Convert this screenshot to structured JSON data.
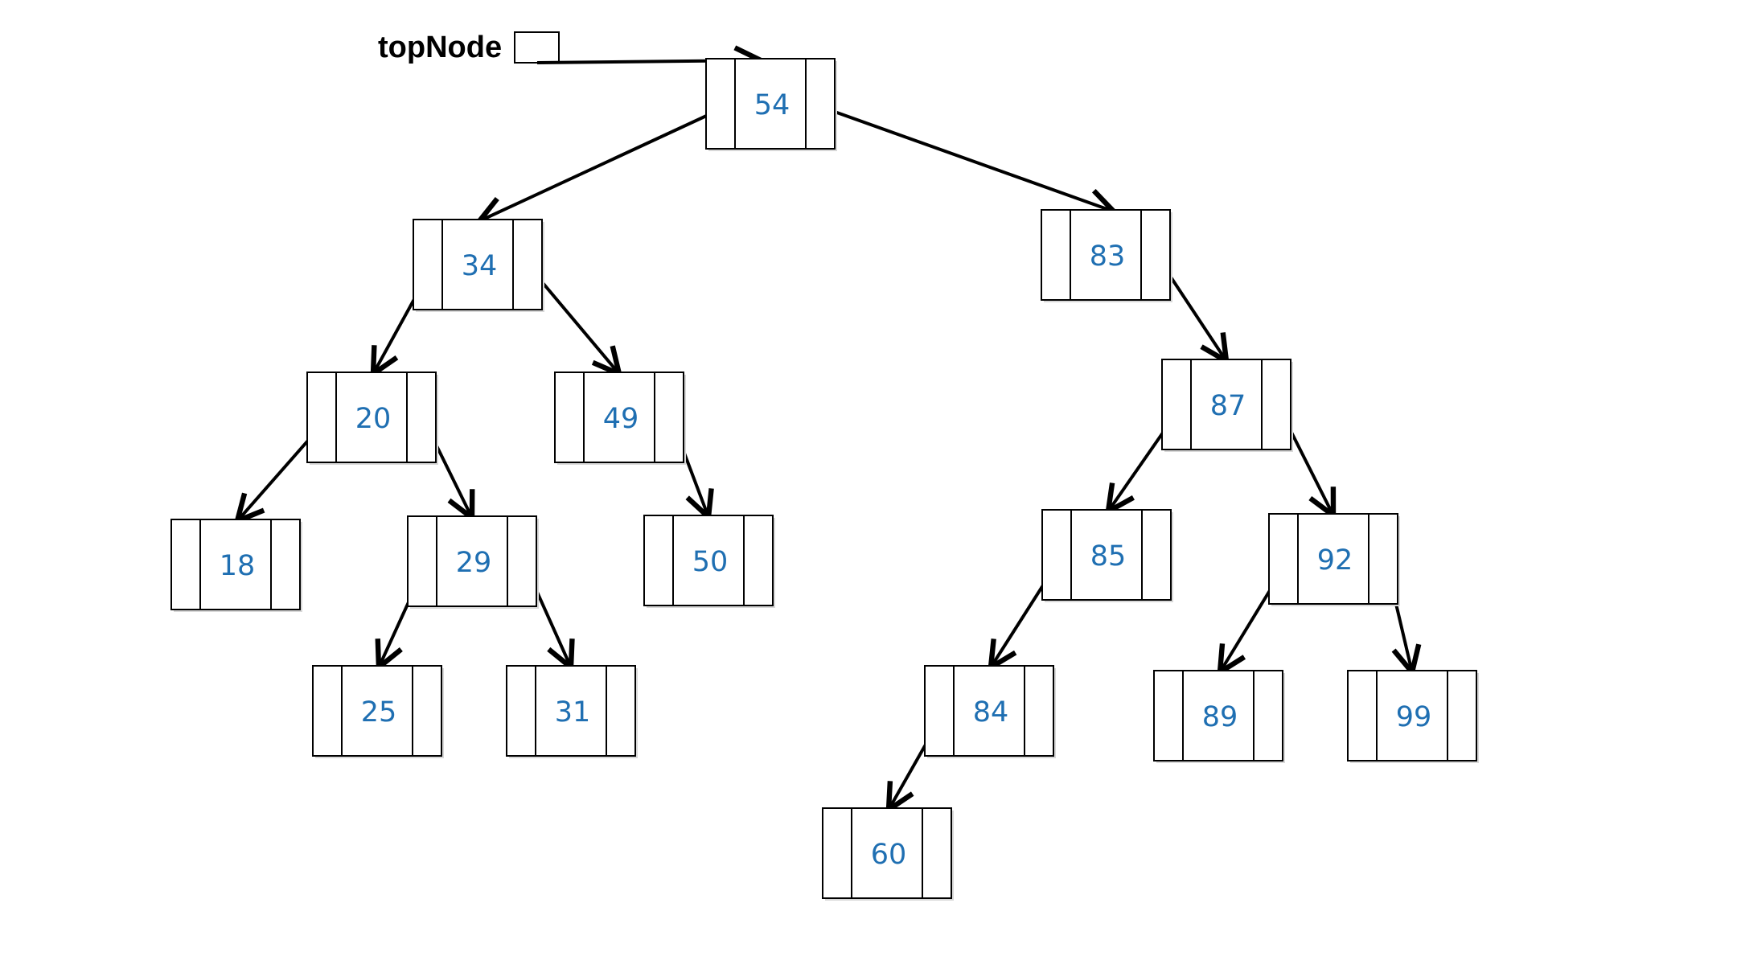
{
  "diagram": {
    "root_pointer_label": "topNode",
    "colors": {
      "box_stroke": "#000000",
      "value_text": "#1f6fb2",
      "edge": "#000000"
    },
    "nodes": [
      {
        "id": "n54",
        "value": "54"
      },
      {
        "id": "n34",
        "value": "34"
      },
      {
        "id": "n83",
        "value": "83"
      },
      {
        "id": "n20",
        "value": "20"
      },
      {
        "id": "n49",
        "value": "49"
      },
      {
        "id": "n87",
        "value": "87"
      },
      {
        "id": "n18",
        "value": "18"
      },
      {
        "id": "n29",
        "value": "29"
      },
      {
        "id": "n50",
        "value": "50"
      },
      {
        "id": "n85",
        "value": "85"
      },
      {
        "id": "n92",
        "value": "92"
      },
      {
        "id": "n25",
        "value": "25"
      },
      {
        "id": "n31",
        "value": "31"
      },
      {
        "id": "n84",
        "value": "84"
      },
      {
        "id": "n89",
        "value": "89"
      },
      {
        "id": "n99",
        "value": "99"
      },
      {
        "id": "n60",
        "value": "60"
      }
    ],
    "edges": [
      {
        "from": "topNode",
        "to": "n54"
      },
      {
        "from": "n54",
        "to": "n34",
        "side": "left"
      },
      {
        "from": "n54",
        "to": "n83",
        "side": "right"
      },
      {
        "from": "n34",
        "to": "n20",
        "side": "left"
      },
      {
        "from": "n34",
        "to": "n49",
        "side": "right"
      },
      {
        "from": "n83",
        "to": "n87",
        "side": "right"
      },
      {
        "from": "n20",
        "to": "n18",
        "side": "left"
      },
      {
        "from": "n20",
        "to": "n29",
        "side": "right"
      },
      {
        "from": "n49",
        "to": "n50",
        "side": "right"
      },
      {
        "from": "n87",
        "to": "n85",
        "side": "left"
      },
      {
        "from": "n87",
        "to": "n92",
        "side": "right"
      },
      {
        "from": "n29",
        "to": "n25",
        "side": "left"
      },
      {
        "from": "n29",
        "to": "n31",
        "side": "right"
      },
      {
        "from": "n85",
        "to": "n84",
        "side": "left"
      },
      {
        "from": "n92",
        "to": "n89",
        "side": "left"
      },
      {
        "from": "n92",
        "to": "n99",
        "side": "right"
      },
      {
        "from": "n84",
        "to": "n60",
        "side": "left"
      }
    ]
  }
}
